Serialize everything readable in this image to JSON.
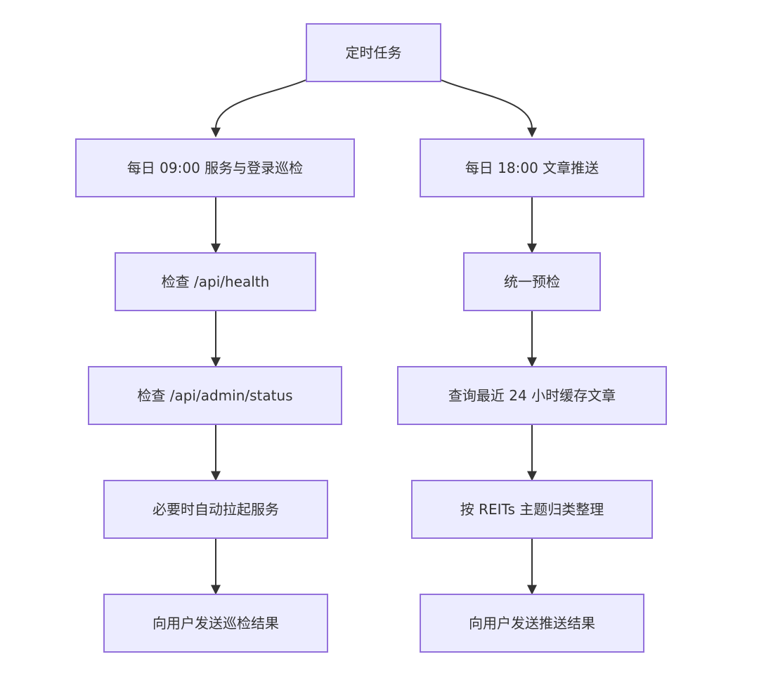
{
  "diagram": {
    "type": "flowchart",
    "direction": "top-down",
    "colors": {
      "background": "#ffffff",
      "node_fill": "#ECECFF",
      "node_border": "#9370DB",
      "text": "#333333",
      "arrow": "#333333"
    },
    "root": {
      "id": "root",
      "label": "定时任务"
    },
    "branches": [
      {
        "name": "service-login-inspection",
        "nodes": [
          {
            "id": "daily-0900-inspection",
            "label": "每日 09:00 服务与登录巡检"
          },
          {
            "id": "check-api-health",
            "label": "检查 /api/health"
          },
          {
            "id": "check-api-admin-status",
            "label": "检查 /api/admin/status"
          },
          {
            "id": "auto-restart-service",
            "label": "必要时自动拉起服务"
          },
          {
            "id": "send-inspection-result",
            "label": "向用户发送巡检结果"
          }
        ]
      },
      {
        "name": "article-push",
        "nodes": [
          {
            "id": "daily-1800-article-push",
            "label": "每日 18:00 文章推送"
          },
          {
            "id": "unified-precheck",
            "label": "统一预检"
          },
          {
            "id": "query-24h-cached-articles",
            "label": "查询最近 24 小时缓存文章"
          },
          {
            "id": "reits-topic-grouping",
            "label": "按 REITs 主题归类整理"
          },
          {
            "id": "send-push-result",
            "label": "向用户发送推送结果"
          }
        ]
      }
    ],
    "edges": [
      {
        "from": "root",
        "to": "daily-0900-inspection"
      },
      {
        "from": "root",
        "to": "daily-1800-article-push"
      },
      {
        "from": "daily-0900-inspection",
        "to": "check-api-health"
      },
      {
        "from": "check-api-health",
        "to": "check-api-admin-status"
      },
      {
        "from": "check-api-admin-status",
        "to": "auto-restart-service"
      },
      {
        "from": "auto-restart-service",
        "to": "send-inspection-result"
      },
      {
        "from": "daily-1800-article-push",
        "to": "unified-precheck"
      },
      {
        "from": "unified-precheck",
        "to": "query-24h-cached-articles"
      },
      {
        "from": "query-24h-cached-articles",
        "to": "reits-topic-grouping"
      },
      {
        "from": "reits-topic-grouping",
        "to": "send-push-result"
      }
    ]
  }
}
